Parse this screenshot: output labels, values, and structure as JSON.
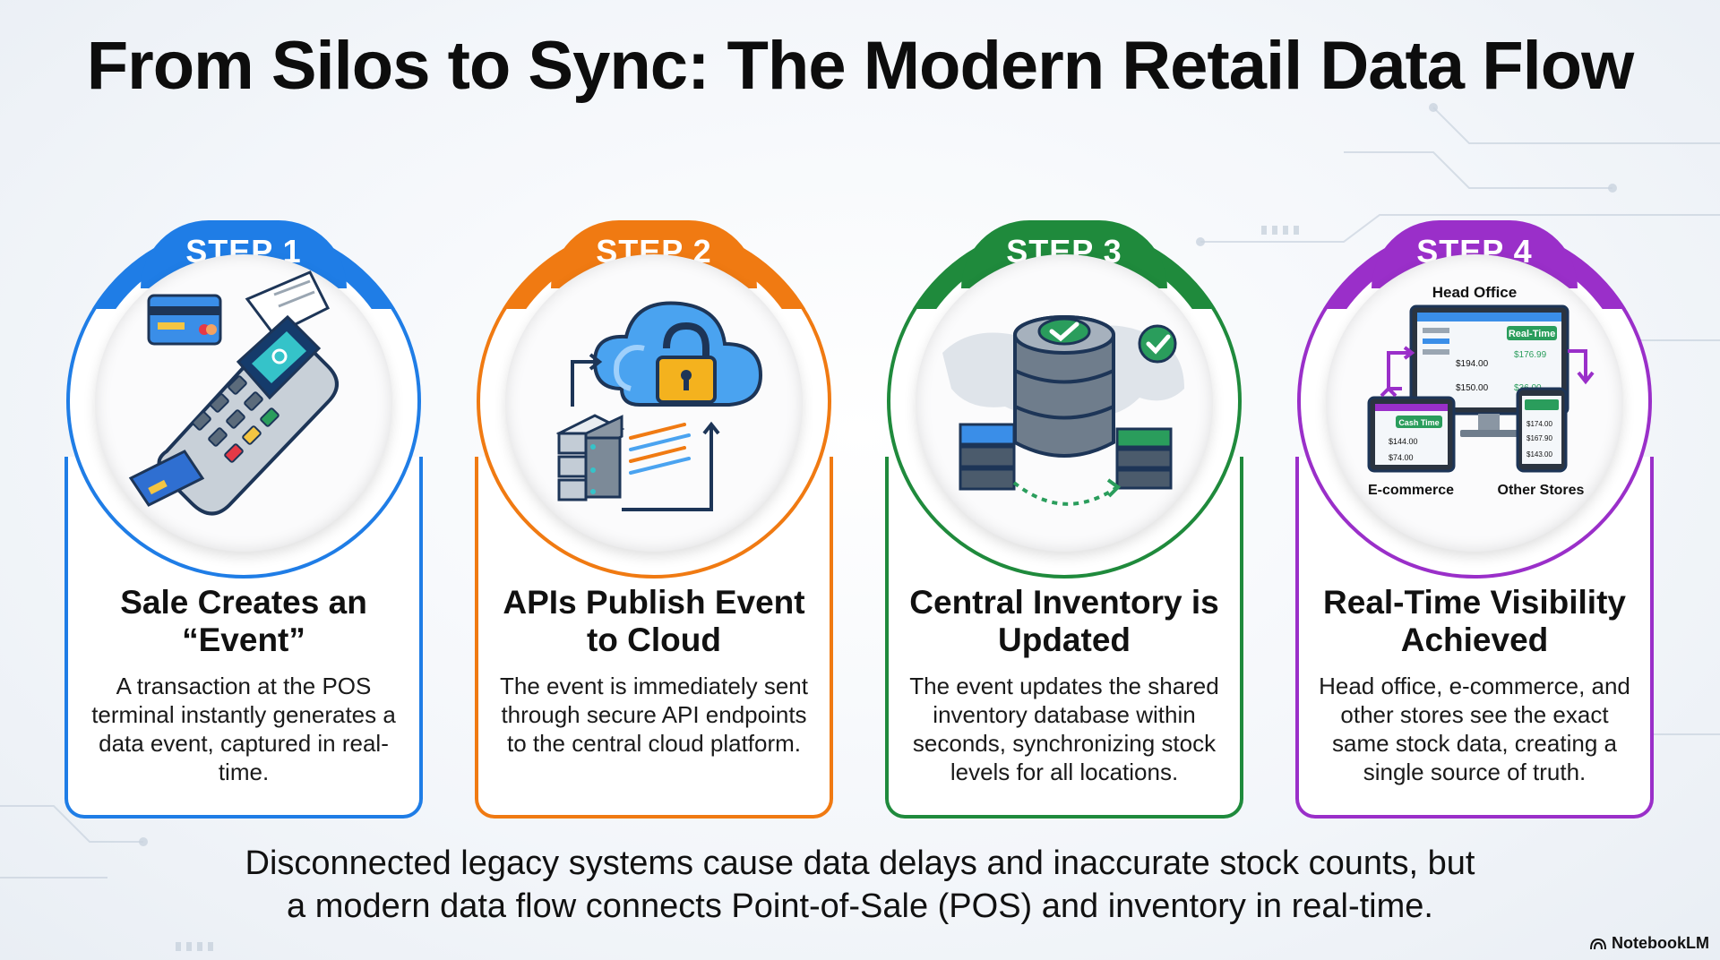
{
  "title": "From Silos to Sync: The Modern Retail Data Flow",
  "steps": [
    {
      "label": "STEP 1",
      "heading": "Sale Creates an “Event”",
      "text": "A transaction at the POS terminal instantly generates a data event, captured in real-time.",
      "color": "#1f7de6",
      "icon": "pos-terminal-icon"
    },
    {
      "label": "STEP 2",
      "heading": "APIs Publish Event to Cloud",
      "text": "The event is immediately sent through secure API endpoints to the central cloud platform.",
      "color": "#f07a12",
      "icon": "cloud-lock-icon"
    },
    {
      "label": "STEP 3",
      "heading": "Central Inventory is Updated",
      "text": "The event updates the shared inventory database within seconds, synchronizing stock levels for all locations.",
      "color": "#1f8a3c",
      "icon": "database-check-icon"
    },
    {
      "label": "STEP 4",
      "heading": "Real-Time Visibility Achieved",
      "text": "Head office, e-commerce, and other stores see the exact same stock data, creating a single source of truth.",
      "color": "#9a2fc9",
      "icon": "multi-device-icon",
      "illustration": {
        "head_office": "Head Office",
        "ecommerce": "E-commerce",
        "other_stores": "Other Stores",
        "badge_realtime": "Real-Time",
        "badge_cash_time": "Cash Time",
        "monitor_values": [
          "$194.00",
          "$176.99",
          "$150.00",
          "$36.00"
        ],
        "tablet_values": [
          "$144.00",
          "$74.00"
        ],
        "phone_values": [
          "$174.00",
          "$167.90",
          "$143.00"
        ]
      }
    }
  ],
  "footer": {
    "line1": "Disconnected legacy systems cause data delays and inaccurate stock counts, but",
    "line2": "a modern data flow connects Point-of-Sale (POS) and inventory in real-time."
  },
  "brand": "NotebookLM"
}
